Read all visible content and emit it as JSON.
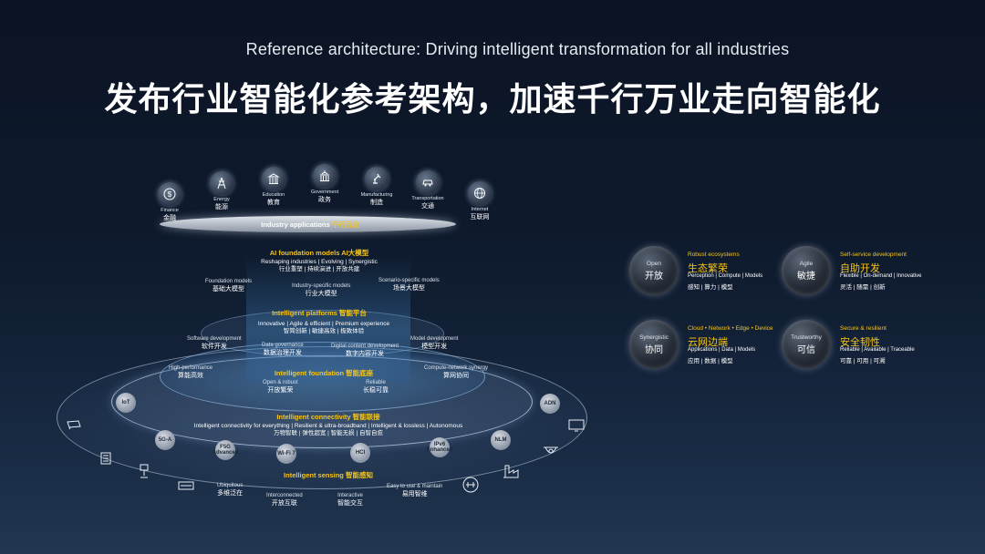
{
  "header": {
    "subtitle": "Reference architecture: Driving intelligent transformation for all industries",
    "title": "发布行业智能化参考架构，加速千行万业走向智能化"
  },
  "industries": [
    {
      "en": "Finance",
      "zh": "金融",
      "icon": "dollar-icon"
    },
    {
      "en": "Energy",
      "zh": "能源",
      "icon": "power-tower-icon"
    },
    {
      "en": "Education",
      "zh": "教育",
      "icon": "school-building-icon"
    },
    {
      "en": "Government",
      "zh": "政务",
      "icon": "government-building-icon"
    },
    {
      "en": "Manufacturing",
      "zh": "制造",
      "icon": "robot-arm-icon"
    },
    {
      "en": "Transportation",
      "zh": "交通",
      "icon": "car-icon"
    },
    {
      "en": "Internet",
      "zh": "互联网",
      "icon": "globe-icon"
    }
  ],
  "layers": {
    "industry_apps": {
      "en": "Industry applications",
      "zh": "千行万业"
    },
    "ai_models": {
      "en": "AI foundation models",
      "zh": "AI大模型",
      "line_en": "Reshaping industries | Evolving | Synergistic",
      "line_zh": "行业重塑 | 持续演进 | 开放共建",
      "foundation": {
        "en": "Foundation models",
        "zh": "基础大模型"
      },
      "industry_specific": {
        "en": "Industry-specific models",
        "zh": "行业大模型"
      },
      "scenario_specific": {
        "en": "Scenario-specific models",
        "zh": "场景大模型"
      }
    },
    "platforms": {
      "en": "Intelligent platforms",
      "zh": "智能平台",
      "line_en": "Innovative | Agile & efficient | Premium experience",
      "line_zh": "智简创新 | 敏捷高效 | 极致体验",
      "software": {
        "en": "Software development",
        "zh": "软件开发"
      },
      "data_gov": {
        "en": "Data governance",
        "zh": "数据治理开发"
      },
      "digital_content": {
        "en": "Digital content development",
        "zh": "数字内容开发"
      },
      "model_dev": {
        "en": "Model development",
        "zh": "模型开发"
      }
    },
    "foundation": {
      "en": "Intelligent foundation",
      "zh": "智能底座",
      "high_perf": {
        "en": "High-performance",
        "zh": "算能高效"
      },
      "open": {
        "en": "Open & robust",
        "zh": "开放繁荣"
      },
      "reliable": {
        "en": "Reliable",
        "zh": "长稳可靠"
      },
      "compute_net": {
        "en": "Compute-network synergy",
        "zh": "算网协同"
      }
    },
    "connectivity": {
      "en": "Intelligent connectivity",
      "zh": "智能联接",
      "line_en": "Intelligent connectivity for everything | Resilient & ultra-broadband | Intelligent & lossless | Autonomous",
      "line_zh": "万物智联 | 弹性超宽 | 智能无损 | 自智自愈"
    },
    "sensing": {
      "en": "Intelligent sensing",
      "zh": "智能感知",
      "ubiquitous": {
        "en": "Ubiquitous",
        "zh": "多维泛在"
      },
      "interconnected": {
        "en": "Interconnected",
        "zh": "开放互联"
      },
      "interactive": {
        "en": "Interactive",
        "zh": "智能交互"
      },
      "easy": {
        "en": "Easy to use & maintain",
        "zh": "易用智维"
      }
    }
  },
  "techs": [
    "IoT",
    "5G-A",
    "F5G Advanced",
    "Wi-Fi 7",
    "HCI",
    "IPv6 Enhanced",
    "NLM",
    "ADN"
  ],
  "features": [
    {
      "orb_en": "Open",
      "orb_zh": "开放",
      "t1": "Robust ecosystems",
      "t2": "生态繁荣",
      "t3": "Perception | Compute | Models",
      "t4": "感知 | 算力 | 模型"
    },
    {
      "orb_en": "Agile",
      "orb_zh": "敏捷",
      "t1": "Self-service development",
      "t2": "自助开发",
      "t3": "Flexible | On-demand | Innovative",
      "t4": "灵活 | 随需 | 创新"
    },
    {
      "orb_en": "Synergistic",
      "orb_zh": "协同",
      "t1": "Cloud • Network • Edge • Device",
      "t2": "云网边端",
      "t3": "Applications | Data | Models",
      "t4": "应用 | 数据 | 模型"
    },
    {
      "orb_en": "Trustworthy",
      "orb_zh": "可信",
      "t1": "Secure & resilient",
      "t2": "安全韧性",
      "t3": "Reliable | Available | Traceable",
      "t4": "可靠 | 可用 | 可溯"
    }
  ],
  "colors": {
    "accent": "#f5c518",
    "background": "#0e1a2d"
  }
}
